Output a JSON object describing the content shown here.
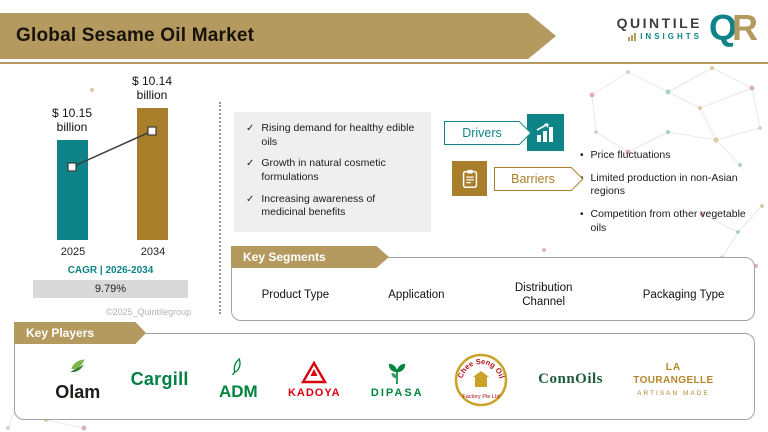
{
  "header": {
    "title": "Global Sesame Oil Market",
    "brand": {
      "name": "QUINTILE",
      "sub": "INSIGHTS",
      "monogram": {
        "q": "Q",
        "r": "R"
      }
    }
  },
  "colors": {
    "brand_gold": "#b59a5f",
    "teal": "#0f8488",
    "brown_gold": "#a97e2a",
    "bar_2025": "#0f8488",
    "bar_2034": "#a97e2a"
  },
  "chart_data": {
    "type": "bar",
    "categories": [
      "2025",
      "2034"
    ],
    "values": [
      10.15,
      10.14
    ],
    "value_unit": "billion",
    "currency": "$",
    "bars": [
      {
        "year": "2025",
        "amount": "$ 10.15",
        "unit": "billion",
        "color": "#0f8488"
      },
      {
        "year": "2034",
        "amount": "$ 10.14",
        "unit": "billion",
        "color": "#a97e2a"
      }
    ],
    "cagr_label": "CAGR | 2026-2034",
    "cagr_value": "9.79%",
    "legend": "none",
    "grid": false
  },
  "watermark": "©2025_Quintilegroup",
  "drivers": {
    "label": "Drivers",
    "items": [
      "Rising demand for healthy edible oils",
      "Growth in natural cosmetic formulations",
      "Increasing awareness of medicinal benefits"
    ]
  },
  "barriers": {
    "label": "Barriers",
    "items": [
      "Price fluctuations",
      "Limited production in non-Asian regions",
      "Competition from other vegetable oils"
    ]
  },
  "key_segments": {
    "title": "Key Segments",
    "columns": [
      "Product Type",
      "Application",
      "Distribution Channel",
      "Packaging Type"
    ]
  },
  "key_players": {
    "title": "Key Players",
    "logos": [
      {
        "name": "Olam"
      },
      {
        "name": "Cargill"
      },
      {
        "name": "ADM"
      },
      {
        "name": "KADOYA"
      },
      {
        "name": "DIPASA"
      },
      {
        "name_top": "Chee Seng Oil",
        "name_bottom": "Factory Pte Ltd"
      },
      {
        "name": "ConnOils"
      },
      {
        "line1": "LA",
        "line2": "TOURANGELLE",
        "sub": "ARTISAN MADE"
      }
    ]
  }
}
